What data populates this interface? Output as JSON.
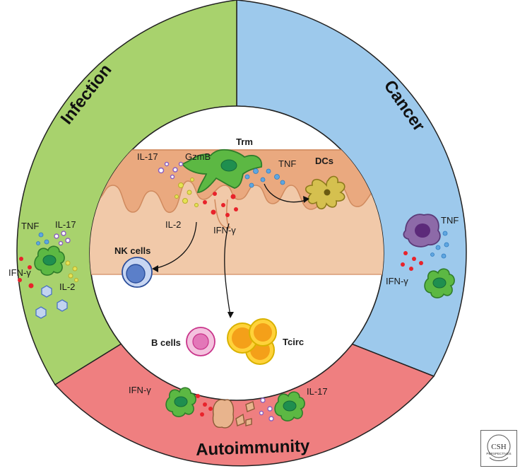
{
  "sectors": {
    "infection": "Infection",
    "cancer": "Cancer",
    "autoimmunity": "Autoimmunity"
  },
  "tissue": {
    "trm": "Trm",
    "il17": "IL-17",
    "gzmb": "GzmB",
    "tnf": "TNF",
    "dcs": "DCs",
    "il2": "IL-2",
    "ifng": "IFN-γ",
    "nk_cells": "NK cells",
    "b_cells": "B cells",
    "tcirc": "Tcirc"
  },
  "infection_labels": {
    "tnf": "TNF",
    "il17": "IL-17",
    "ifng": "IFN-γ",
    "il2": "IL-2"
  },
  "cancer_labels": {
    "tnf": "TNF",
    "ifng": "IFN-γ"
  },
  "autoimmunity_labels": {
    "ifng": "IFN-γ",
    "il17": "IL-17"
  },
  "logo": {
    "text": "CSH",
    "subtext": "PERSPECTIVES"
  },
  "colors": {
    "infection": "#a8d26d",
    "cancer": "#9dc9ec",
    "autoimmunity": "#ef7f80",
    "tissue": "#f1c9a9",
    "epithelium": "#eaa97f",
    "trm_cell": "#5cb843",
    "nk_cell": "#5b7fc9",
    "b_cell": "#e377b8",
    "tcirc": "#f4a019",
    "dc": "#d5c04f"
  }
}
